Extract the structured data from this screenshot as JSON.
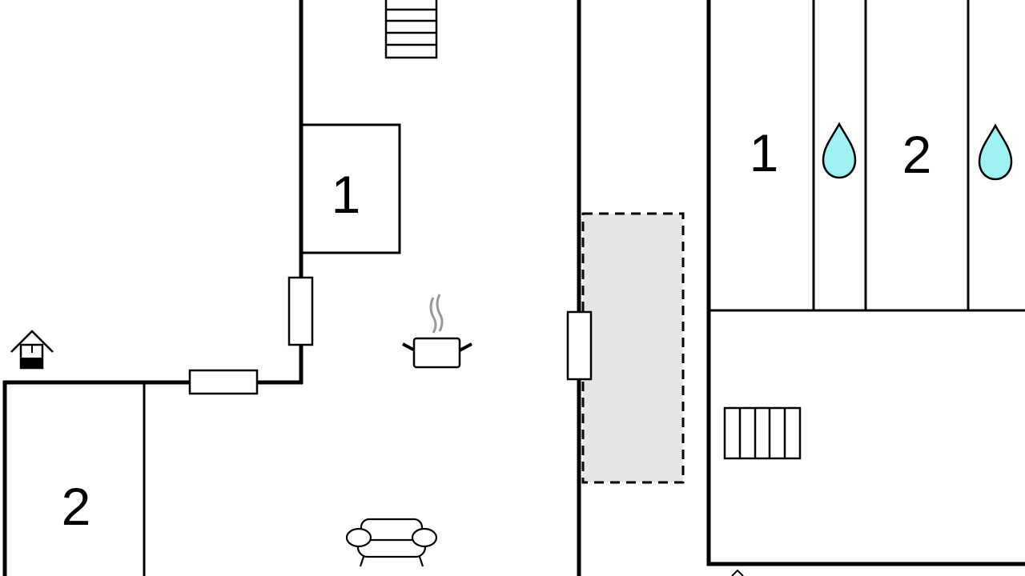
{
  "floorplan": {
    "bedroom_labels": {
      "left_upper": "1",
      "left_lower": "2",
      "right_first": "1",
      "right_second": "2"
    },
    "icons": [
      "staircase-icon",
      "kitchen-pot-icon",
      "sofa-icon",
      "well-icon",
      "water-drop-icon",
      "radiator-stairs-icon",
      "door-icon"
    ],
    "colors": {
      "wall": "#000000",
      "background": "#ffffff",
      "terrace": "#e6e6e6",
      "water": "#9ff1f2",
      "steam": "#999999"
    }
  }
}
